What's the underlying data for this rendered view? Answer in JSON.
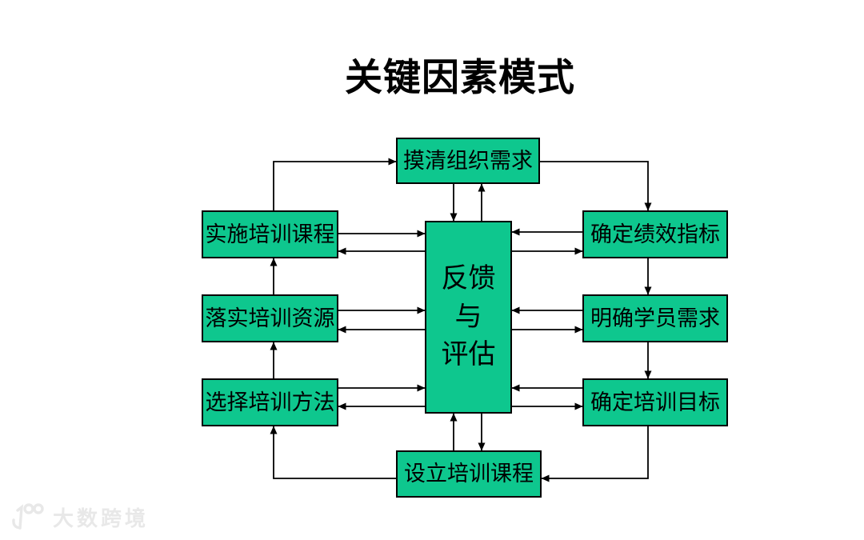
{
  "title": "关键因素模式",
  "diagram": {
    "center_box": {
      "label": "反馈与评估",
      "lines": [
        "反馈",
        "与",
        "评估"
      ]
    },
    "top_box": "摸清组织需求",
    "right_boxes": [
      "确定绩效指标",
      "明确学员需求",
      "确定培训目标"
    ],
    "bottom_box": "设立培训课程",
    "left_boxes": [
      "实施培训课程",
      "落实培训资源",
      "选择培训方法"
    ],
    "flow_order": [
      "摸清组织需求",
      "确定绩效指标",
      "明确学员需求",
      "确定培训目标",
      "设立培训课程",
      "选择培训方法",
      "落实培训资源",
      "实施培训课程"
    ],
    "colors": {
      "box_fill": "#0EC78E",
      "box_border": "#000000",
      "connector": "#000000",
      "title_text": "#000000",
      "watermark": "#E8E8E8"
    }
  },
  "watermark": {
    "text": "大数跨境"
  }
}
